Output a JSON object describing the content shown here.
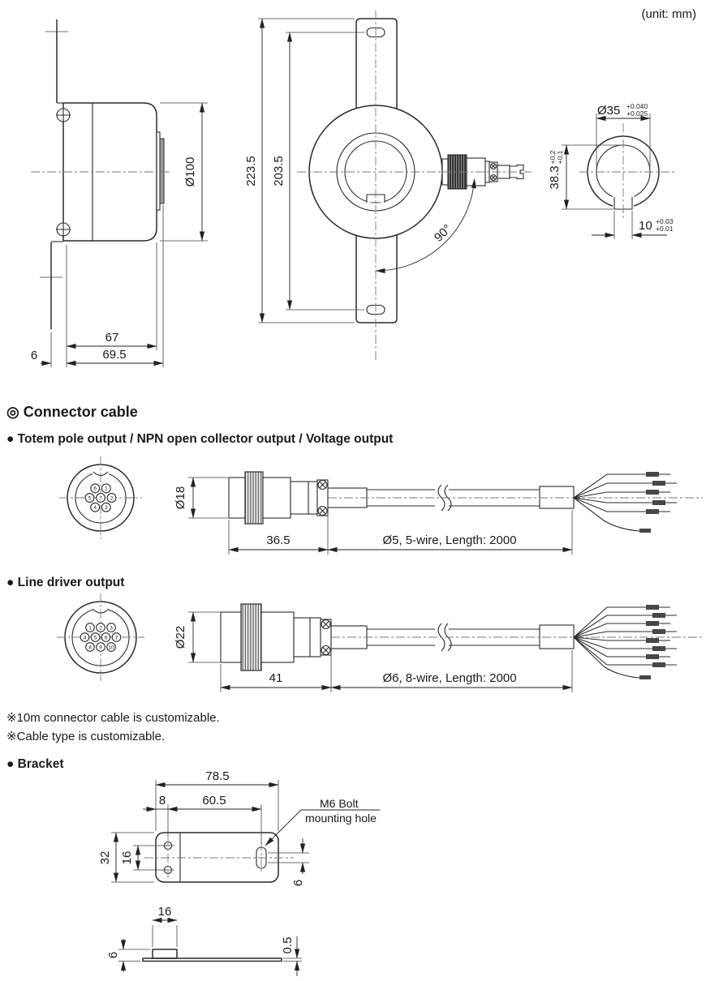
{
  "unit_note": "(unit: mm)",
  "side_view": {
    "dia": "Ø100",
    "body_width": "67",
    "total_width": "69.5",
    "plate_thickness": "6"
  },
  "front_view": {
    "total_height": "223.5",
    "mount_pitch": "203.5",
    "angle": "90°"
  },
  "shaft_detail": {
    "bore_dia": "Ø35",
    "bore_tol_up": "+0.040",
    "bore_tol_low": "+0.025",
    "key_height": "38.3",
    "key_height_tol_up": "+0.2",
    "key_height_tol_low": "+0.1",
    "key_width": "10",
    "key_width_tol_up": "+0.03",
    "key_width_tol_low": "+0.01"
  },
  "connector_section": {
    "heading": "◎ Connector cable",
    "totem": {
      "title": "● Totem pole output / NPN open collector output / Voltage output",
      "pins": [
        "1",
        "2",
        "3",
        "4",
        "5",
        "6",
        "7"
      ],
      "dia": "Ø18",
      "length": "36.5",
      "cable": "Ø5, 5-wire, Length: 2000"
    },
    "line_driver": {
      "title": "● Line driver output",
      "pins": [
        "1",
        "2",
        "3",
        "4",
        "5",
        "6",
        "7",
        "8",
        "9",
        "10"
      ],
      "dia": "Ø22",
      "length": "41",
      "cable": "Ø6, 8-wire, Length: 2000"
    },
    "note1": "※10m connector cable is customizable.",
    "note2": "※Cable type is customizable."
  },
  "bracket_section": {
    "heading": "● Bracket",
    "top_view": {
      "total_width": "78.5",
      "edge_to_hole": "8",
      "hole_to_slot": "60.5",
      "height": "32",
      "hole_pitch": "16",
      "slot_width": "6",
      "callout_line1": "M6 Bolt",
      "callout_line2": "mounting hole"
    },
    "side_view": {
      "step_width": "16",
      "thickness": "6",
      "sheet_thickness": "0.5"
    }
  }
}
